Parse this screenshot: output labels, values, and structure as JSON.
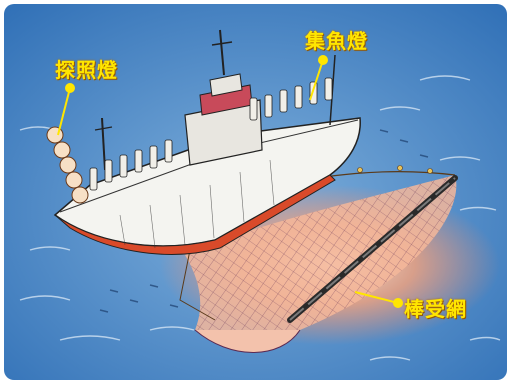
{
  "labels": {
    "searchlight": "探照燈",
    "fish_lamp": "集魚燈",
    "stick_net": "棒受網"
  },
  "colors": {
    "sea": "#4a86c8",
    "label_text": "#ffe600",
    "hull_red": "#d94a2a",
    "net_glow": "#f4a07a"
  }
}
